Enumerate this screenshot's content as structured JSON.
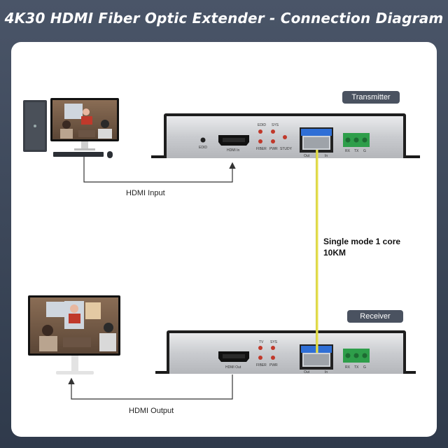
{
  "title": "4K30 HDMI Fiber Optic Extender - Connection Diagram",
  "transmitter": {
    "label": "Transmitter",
    "port_labels": {
      "edid": "EDID",
      "sys": "SYS",
      "fiber": "FIBER",
      "pwr": "PWR",
      "study": "STUDY",
      "edid2": "EDID",
      "hdmi_in": "HDMI In",
      "out": "Out",
      "in": "In",
      "rx": "RX",
      "tx": "TX",
      "g": "G"
    }
  },
  "receiver": {
    "label": "Receiver",
    "port_labels": {
      "tv": "TV",
      "sys": "SYS",
      "fiber": "FIBER",
      "pwr": "PWR",
      "hdmi_out": "HDMI Out",
      "out": "Out",
      "in": "In",
      "rx": "RX",
      "tx": "TX",
      "g": "G"
    }
  },
  "connections": {
    "hdmi_input": "HDMI Input",
    "hdmi_output": "HDMI Output",
    "fiber_line1": "Single mode 1 core",
    "fiber_line2": "10KM"
  },
  "colors": {
    "fiber": "#e6e04a",
    "panel": "#ffffff",
    "header_bg": "#3b4658",
    "label_bg": "#4a5260",
    "led": "#c0392b",
    "terminal": "#2e9e4a",
    "sfp": "#2f6fd6"
  }
}
